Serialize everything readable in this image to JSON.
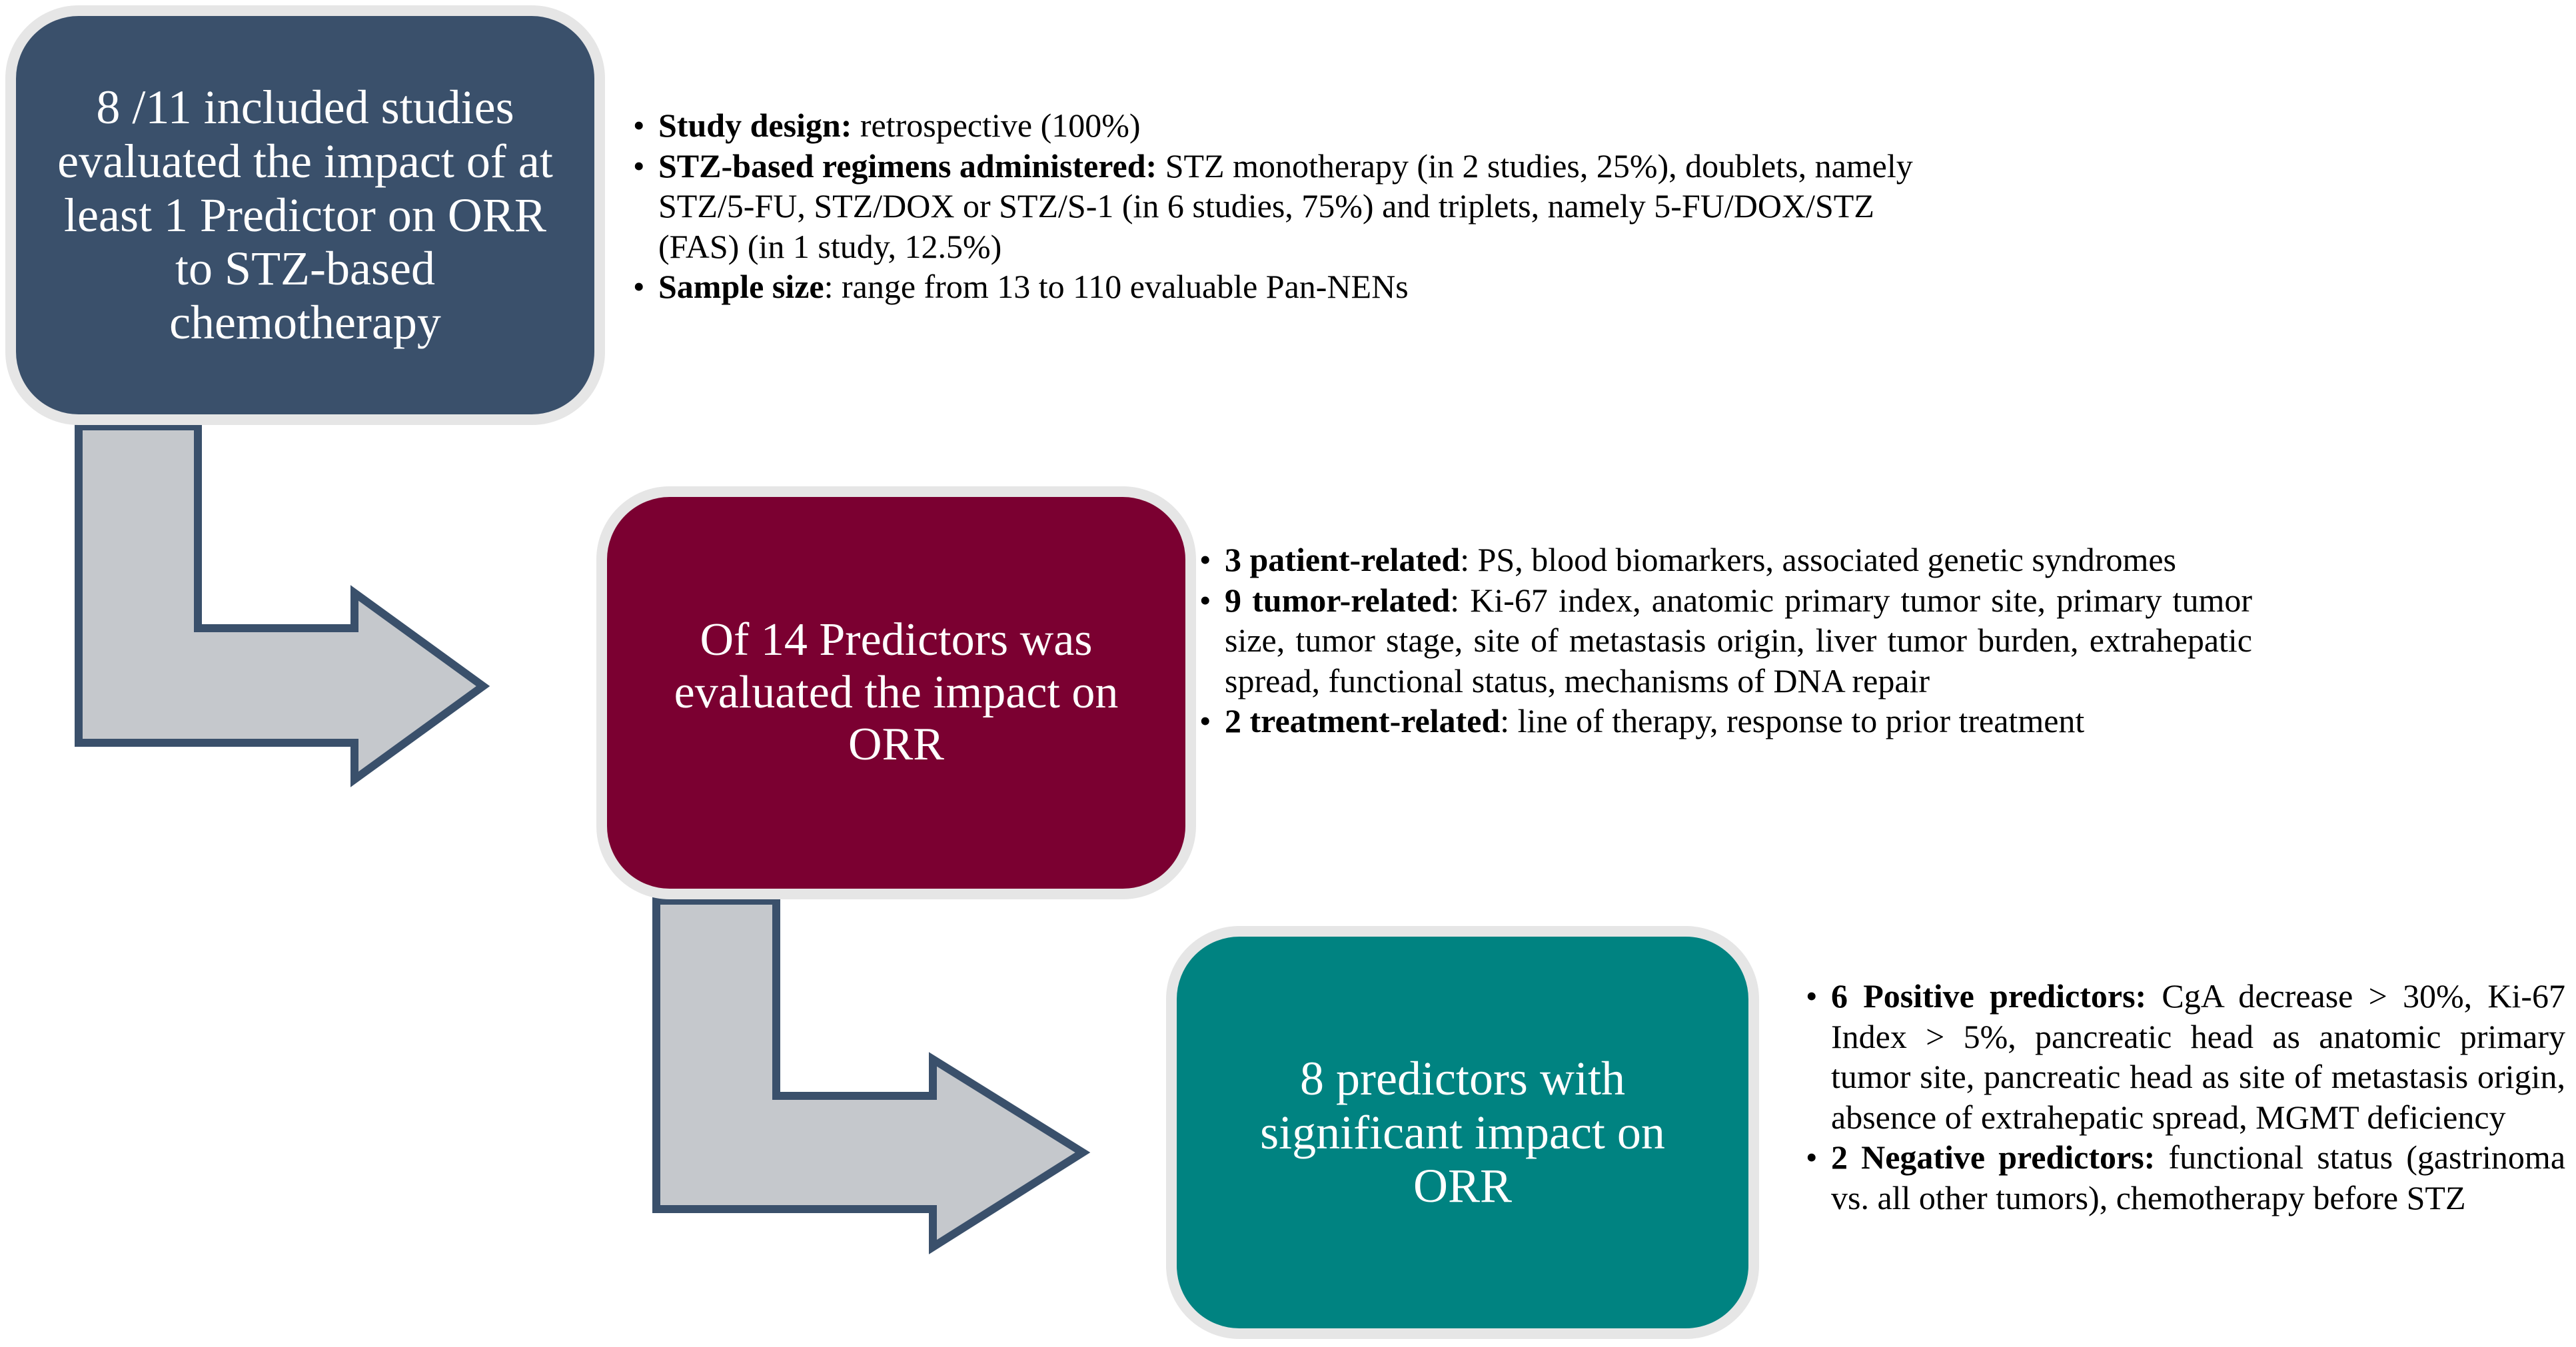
{
  "colors": {
    "box1": "#3a506b",
    "box2": "#7b0031",
    "box3": "#008381",
    "arrow_fill": "#c5c8cc",
    "arrow_stroke": "#3a506b"
  },
  "box1": {
    "text": "8 /11 included studies evaluated the impact of at least 1 Predictor on ORR to STZ-based chemotherapy"
  },
  "box2": {
    "text": "Of 14 Predictors was evaluated the impact on ORR"
  },
  "box3": {
    "text": "8 predictors with significant impact on ORR"
  },
  "desc1": [
    {
      "bold": "Study design:",
      "text": " retrospective (100%)"
    },
    {
      "bold": "STZ-based regimens administered:",
      "text": " STZ monotherapy (in 2 studies, 25%), doublets, namely STZ/5-FU, STZ/DOX or STZ/S-1 (in 6 studies, 75%) and triplets, namely 5-FU/DOX/STZ (FAS) (in 1 study, 12.5%)"
    },
    {
      "bold": "Sample size",
      "text": ": range from 13 to 110 evaluable Pan-NENs"
    }
  ],
  "desc2": [
    {
      "bold": "3 patient-related",
      "text": ": PS, blood biomarkers, associated genetic syndromes"
    },
    {
      "bold": "9 tumor-related",
      "text": ": Ki-67 index, anatomic primary tumor site, primary tumor size, tumor stage, site of metastasis origin, liver tumor burden, extrahepatic spread, functional status, mechanisms of DNA repair"
    },
    {
      "bold": "2 treatment-related",
      "text": ": line of therapy, response to prior treatment"
    }
  ],
  "desc3": [
    {
      "bold": "6 Positive predictors:",
      "text": " CgA decrease > 30%, Ki-67 Index > 5%, pancreatic head as anatomic primary tumor site, pancreatic head as site of metastasis origin, absence of extrahepatic spread, MGMT deficiency"
    },
    {
      "bold": "2 Negative predictors:",
      "text": " functional status (gastrinoma vs. all other tumors), chemotherapy before STZ"
    }
  ]
}
